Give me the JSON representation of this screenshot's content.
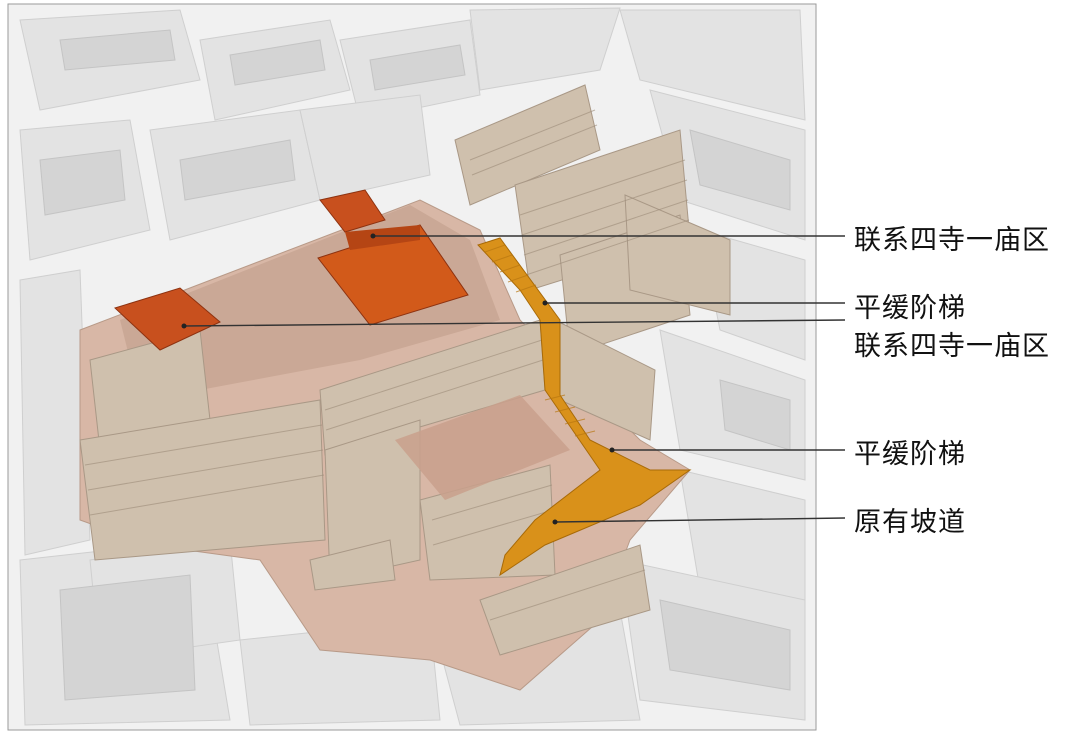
{
  "annotations": [
    {
      "id": "temples-link-1",
      "text": "联系四寺一庙区"
    },
    {
      "id": "gentle-stairs-1",
      "text": "平缓阶梯"
    },
    {
      "id": "temples-link-2",
      "text": "联系四寺一庙区"
    },
    {
      "id": "gentle-stairs-2",
      "text": "平缓阶梯"
    },
    {
      "id": "original-ramp",
      "text": "原有坡道"
    }
  ],
  "colors": {
    "context_buildings": "#e6e6e6",
    "project_buildings": "#c9b8a6",
    "plaza_ground": "#d8b7a6",
    "temple_area": "#c8501e",
    "stairs_ramp": "#d9911a",
    "leader_line": "#333333"
  }
}
